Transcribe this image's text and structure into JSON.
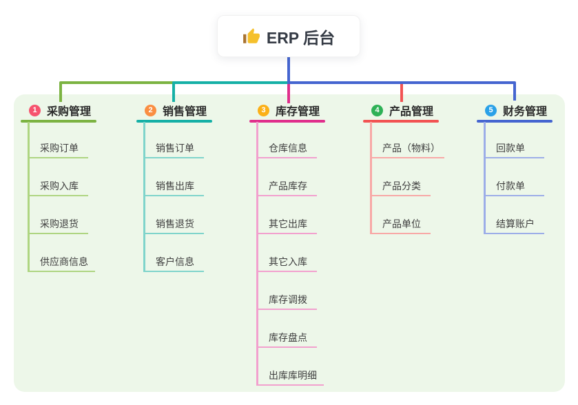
{
  "root": {
    "label": "ERP 后台",
    "icon": "thumbs-up",
    "icon_colors": {
      "hand": "#f5c02c",
      "sleeve": "#a9732f"
    }
  },
  "connector_color": "#4565d0",
  "panel_bg": "#edf7e9",
  "branches": [
    {
      "badge": "1",
      "name": "采购管理",
      "colors": {
        "badge": "#f6536e",
        "main": "#7cb342",
        "light": "#aed581"
      },
      "items": [
        "采购订单",
        "采购入库",
        "采购退货",
        "供应商信息"
      ]
    },
    {
      "badge": "2",
      "name": "销售管理",
      "colors": {
        "badge": "#fa8e42",
        "main": "#16b0a6",
        "light": "#7fd4cb"
      },
      "items": [
        "销售订单",
        "销售出库",
        "销售退货",
        "客户信息"
      ]
    },
    {
      "badge": "3",
      "name": "库存管理",
      "colors": {
        "badge": "#fbb018",
        "main": "#e02f8c",
        "light": "#f2a0ce"
      },
      "items": [
        "仓库信息",
        "产品库存",
        "其它出库",
        "其它入库",
        "库存调拨",
        "库存盘点",
        "出库库明细"
      ]
    },
    {
      "badge": "4",
      "name": "产品管理",
      "colors": {
        "badge": "#2eb156",
        "main": "#f25353",
        "light": "#f8a8a6"
      },
      "items": [
        "产品（物料）",
        "产品分类",
        "产品单位"
      ]
    },
    {
      "badge": "5",
      "name": "财务管理",
      "colors": {
        "badge": "#2aa1e8",
        "main": "#4565d0",
        "light": "#9cade8"
      },
      "items": [
        "回款单",
        "付款单",
        "结算账户"
      ]
    }
  ]
}
